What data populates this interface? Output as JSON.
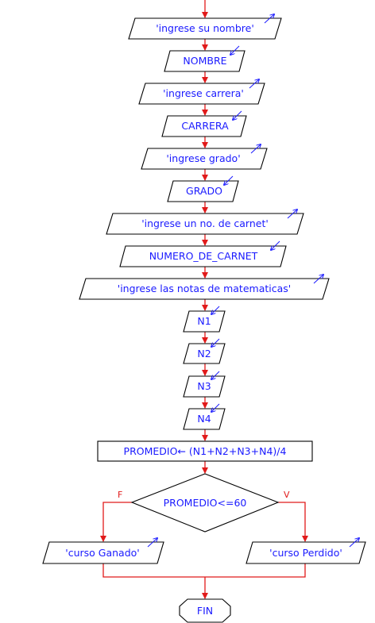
{
  "nodes": [
    {
      "id": "out1",
      "kind": "output",
      "label": "'ingrese su nombre'"
    },
    {
      "id": "in1",
      "kind": "input",
      "label": "NOMBRE"
    },
    {
      "id": "out2",
      "kind": "output",
      "label": "'ingrese carrera'"
    },
    {
      "id": "in2",
      "kind": "input",
      "label": "CARRERA"
    },
    {
      "id": "out3",
      "kind": "output",
      "label": "'ingrese grado'"
    },
    {
      "id": "in3",
      "kind": "input",
      "label": "GRADO"
    },
    {
      "id": "out4",
      "kind": "output",
      "label": "'ingrese un no. de carnet'"
    },
    {
      "id": "in4",
      "kind": "input",
      "label": "NUMERO_DE_CARNET"
    },
    {
      "id": "out5",
      "kind": "output",
      "label": "'ingrese las notas de matematicas'"
    },
    {
      "id": "in5",
      "kind": "input",
      "label": "N1"
    },
    {
      "id": "in6",
      "kind": "input",
      "label": "N2"
    },
    {
      "id": "in7",
      "kind": "input",
      "label": "N3"
    },
    {
      "id": "in8",
      "kind": "input",
      "label": "N4"
    },
    {
      "id": "proc1",
      "kind": "process",
      "label": "PROMEDIO← (N1+N2+N3+N4)/4"
    },
    {
      "id": "dec1",
      "kind": "decision",
      "label": "PROMEDIO<=60"
    },
    {
      "id": "outF",
      "kind": "output",
      "label": "'curso Ganado'"
    },
    {
      "id": "outV",
      "kind": "output",
      "label": "'curso Perdido'"
    },
    {
      "id": "end",
      "kind": "terminal",
      "label": "FIN"
    }
  ],
  "branches": {
    "false_label": "F",
    "true_label": "V"
  },
  "colors": {
    "edge": "#e11a1a",
    "text": "#1a1aff",
    "border": "#000000"
  }
}
